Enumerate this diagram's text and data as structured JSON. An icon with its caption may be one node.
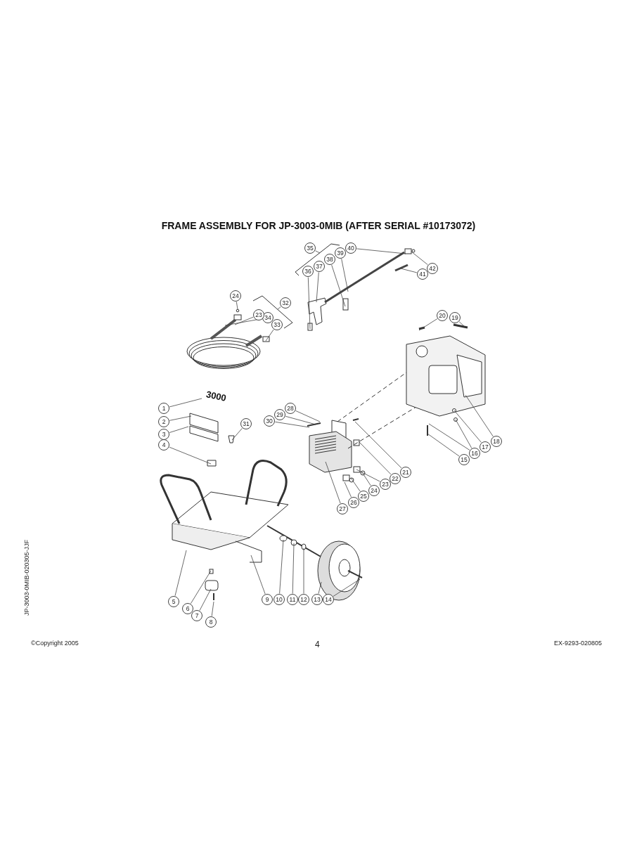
{
  "diagram": {
    "title": "FRAME ASSEMBLY FOR JP-3003-0MIB (AFTER SERIAL #10173072)",
    "nodes": [
      {
        "text": [
          "1"
        ]
      },
      {
        "text": [
          "2"
        ]
      },
      {
        "text": [
          "3"
        ]
      },
      {
        "text": [
          "4"
        ]
      },
      {
        "text": [
          "5"
        ]
      },
      {
        "text": [
          "6"
        ]
      },
      {
        "text": [
          "7"
        ]
      },
      {
        "text": [
          "8"
        ]
      },
      {
        "text": [
          "9"
        ]
      },
      {
        "text": [
          "10"
        ]
      },
      {
        "text": [
          "11"
        ]
      },
      {
        "text": [
          "12"
        ]
      },
      {
        "text": [
          "13"
        ]
      },
      {
        "text": [
          "14"
        ]
      },
      {
        "text": [
          "15"
        ]
      },
      {
        "text": [
          "16"
        ]
      },
      {
        "text": [
          "17"
        ]
      },
      {
        "text": [
          "18"
        ]
      },
      {
        "text": [
          "19"
        ]
      },
      {
        "text": [
          "20"
        ]
      },
      {
        "text": [
          "21"
        ]
      },
      {
        "text": [
          "22"
        ]
      },
      {
        "text": [
          "23"
        ]
      },
      {
        "text": [
          "24"
        ]
      },
      {
        "text": [
          "25"
        ]
      },
      {
        "text": [
          "26"
        ]
      },
      {
        "text": [
          "27"
        ]
      },
      {
        "text": [
          "28"
        ]
      },
      {
        "text": [
          "29"
        ]
      },
      {
        "text": [
          "30"
        ]
      },
      {
        "text": [
          "31"
        ]
      },
      {
        "text": [
          "32"
        ]
      },
      {
        "text": [
          "33"
        ]
      },
      {
        "text": [
          "34"
        ]
      },
      {
        "text": [
          "35"
        ]
      },
      {
        "text": [
          "36"
        ]
      },
      {
        "text": [
          "37"
        ]
      },
      {
        "text": [
          "38"
        ]
      },
      {
        "text": [
          "39"
        ]
      },
      {
        "text": [
          "40"
        ]
      },
      {
        "text": [
          "41"
        ]
      },
      {
        "text": [
          "42"
        ]
      },
      {
        "text": [
          "23"
        ]
      },
      {
        "text": [
          "24"
        ]
      },
      {
        "text": [
          "3000"
        ]
      }
    ],
    "edges": [
      {
        "from": 0,
        "to": 44,
        "arrow": "none"
      },
      {
        "from": 1,
        "to": null,
        "arrow": "none"
      },
      {
        "from": 2,
        "to": null,
        "arrow": "none"
      },
      {
        "from": 3,
        "to": null,
        "arrow": "none"
      },
      {
        "from": 4,
        "to": null,
        "arrow": "none"
      },
      {
        "from": 5,
        "to": null,
        "arrow": "none"
      },
      {
        "from": 6,
        "to": null,
        "arrow": "none"
      },
      {
        "from": 7,
        "to": null,
        "arrow": "none"
      },
      {
        "from": 8,
        "to": null,
        "arrow": "none"
      },
      {
        "from": 9,
        "to": null,
        "arrow": "none"
      },
      {
        "from": 10,
        "to": null,
        "arrow": "none"
      },
      {
        "from": 11,
        "to": null,
        "arrow": "none"
      },
      {
        "from": 12,
        "to": null,
        "arrow": "none"
      },
      {
        "from": 13,
        "to": null,
        "arrow": "none"
      },
      {
        "from": 14,
        "to": null,
        "arrow": "none"
      },
      {
        "from": 15,
        "to": null,
        "arrow": "none"
      },
      {
        "from": 16,
        "to": null,
        "arrow": "none"
      },
      {
        "from": 17,
        "to": null,
        "arrow": "none"
      },
      {
        "from": 18,
        "to": null,
        "arrow": "none"
      },
      {
        "from": 19,
        "to": null,
        "arrow": "none"
      },
      {
        "from": 20,
        "to": null,
        "arrow": "none"
      },
      {
        "from": 21,
        "to": null,
        "arrow": "none"
      },
      {
        "from": 22,
        "to": null,
        "arrow": "none"
      },
      {
        "from": 23,
        "to": null,
        "arrow": "none"
      },
      {
        "from": 24,
        "to": null,
        "arrow": "none"
      },
      {
        "from": 25,
        "to": null,
        "arrow": "none"
      },
      {
        "from": 26,
        "to": null,
        "arrow": "none"
      },
      {
        "from": 27,
        "to": null,
        "arrow": "none"
      },
      {
        "from": 28,
        "to": null,
        "arrow": "none"
      },
      {
        "from": 29,
        "to": null,
        "arrow": "none"
      },
      {
        "from": 30,
        "to": null,
        "arrow": "none"
      },
      {
        "from": 31,
        "to": null,
        "arrow": "none"
      },
      {
        "from": 32,
        "to": null,
        "arrow": "none"
      },
      {
        "from": 33,
        "to": null,
        "arrow": "none"
      },
      {
        "from": 34,
        "to": null,
        "arrow": "none"
      },
      {
        "from": 35,
        "to": null,
        "arrow": "none"
      },
      {
        "from": 36,
        "to": null,
        "arrow": "none"
      },
      {
        "from": 37,
        "to": null,
        "arrow": "none"
      },
      {
        "from": 38,
        "to": null,
        "arrow": "none"
      },
      {
        "from": 39,
        "to": null,
        "arrow": "none"
      },
      {
        "from": 40,
        "to": null,
        "arrow": "none"
      },
      {
        "from": 41,
        "to": null,
        "arrow": "none"
      },
      {
        "from": 42,
        "to": null,
        "arrow": "none"
      },
      {
        "from": 43,
        "to": null,
        "arrow": "none"
      },
      {
        "from": 15,
        "to": null,
        "arrow": "none"
      }
    ],
    "labels": [
      "JP-3003-0MIB-020305-JJF",
      "©Copyright 2005",
      "4",
      "EX-9293-020805"
    ]
  }
}
